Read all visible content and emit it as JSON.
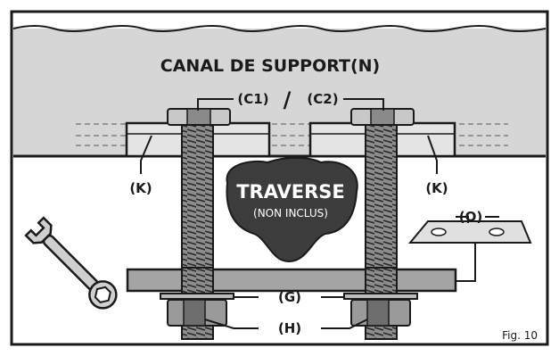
{
  "diagram": {
    "title": "CANAL DE SUPPORT(N)",
    "labels": {
      "c1": "(C1)",
      "slash": "/",
      "c2": "(C2)",
      "k_left": "(K)",
      "k_right": "(K)",
      "traverse": "TRAVERSE",
      "non_inclus": "(NON INCLUS)",
      "o": "(O)",
      "g": "(G)",
      "h": "(H)"
    },
    "figure_number": "Fig. 10"
  },
  "colors": {
    "channel": "#d6d6d6",
    "traverse": "#3c3c3c",
    "bar": "#a4a4a4",
    "bolt": "#9c9c9c",
    "outline": "#1a1a1a"
  }
}
